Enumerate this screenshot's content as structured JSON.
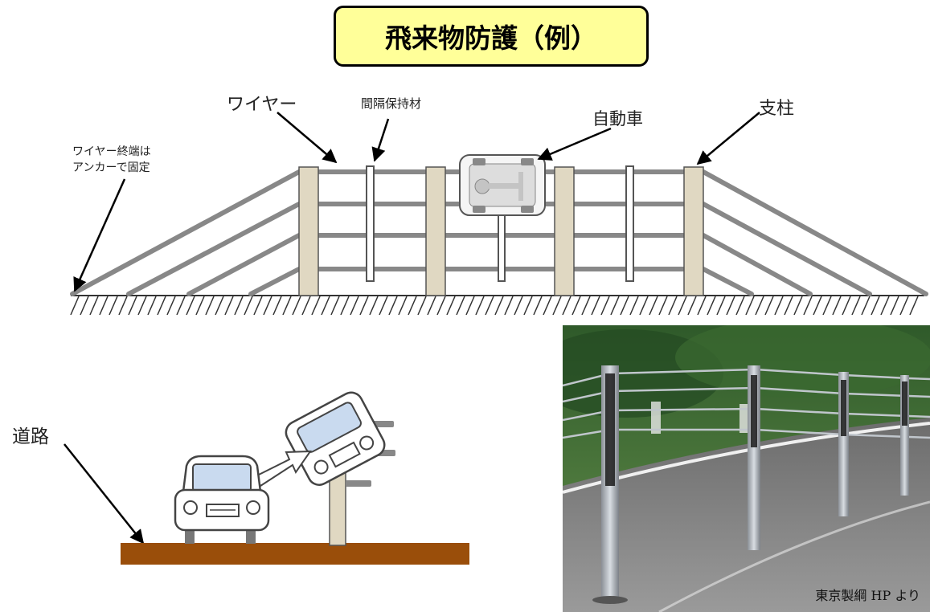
{
  "title": "飛来物防護（例）",
  "labels": {
    "wire": "ワイヤー",
    "spacer": "間隔保持材",
    "car": "自動車",
    "post": "支柱",
    "wire_end_anchor": "ワイヤー終端は\nアンカーで固定",
    "road": "道路"
  },
  "photo": {
    "credit": "東京製綱 HP より"
  },
  "colors": {
    "title_fill": "#ffff99",
    "post_fill": "#e0d8c2",
    "wire": "#888888",
    "road_fill": "#9a4e0a",
    "car_body": "#ffffff",
    "car_window": "#c9daef"
  }
}
